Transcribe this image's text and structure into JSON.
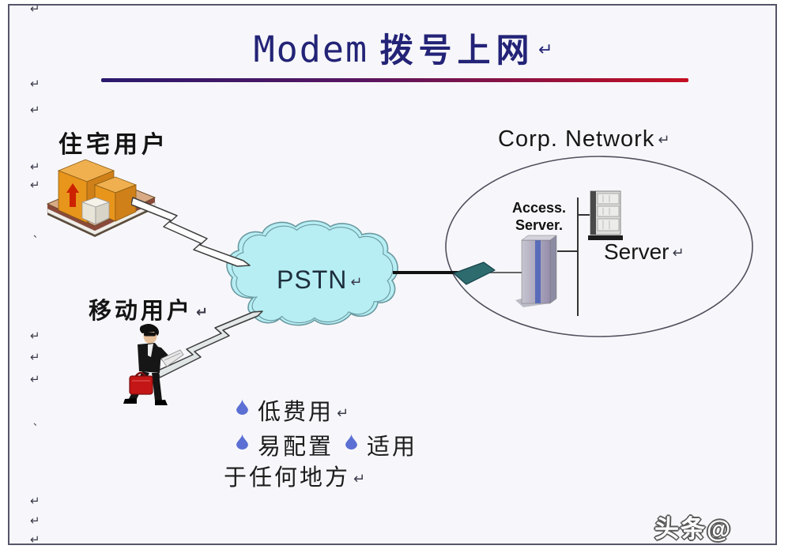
{
  "title": {
    "en": "Modem",
    "zh": "拨号上网"
  },
  "marks": {
    "return": "↵",
    "pause": "、"
  },
  "diagram": {
    "residential_label": "住宅用户",
    "mobile_label": "移动用户",
    "cloud_label": "PSTN",
    "corp_label": "Corp. Network",
    "access_line1": "Access.",
    "access_line2": "Server.",
    "server_label": "Server"
  },
  "bullets": {
    "low_cost": "低费用",
    "easy_config": "易配置",
    "applicable": "适用",
    "anywhere_cont": "于任何地方"
  },
  "watermark": "头条@",
  "colors": {
    "title": "#232377",
    "rule_start": "#2b1a6e",
    "rule_end": "#c40f22",
    "cloud_fill": "#b6eef4",
    "cloud_stroke": "#6a99a0",
    "bullet_drop": "#5b6fd4",
    "box_orange": "#e8951c",
    "modem_teal": "#2e6b6e",
    "briefcase_red": "#c41616"
  }
}
